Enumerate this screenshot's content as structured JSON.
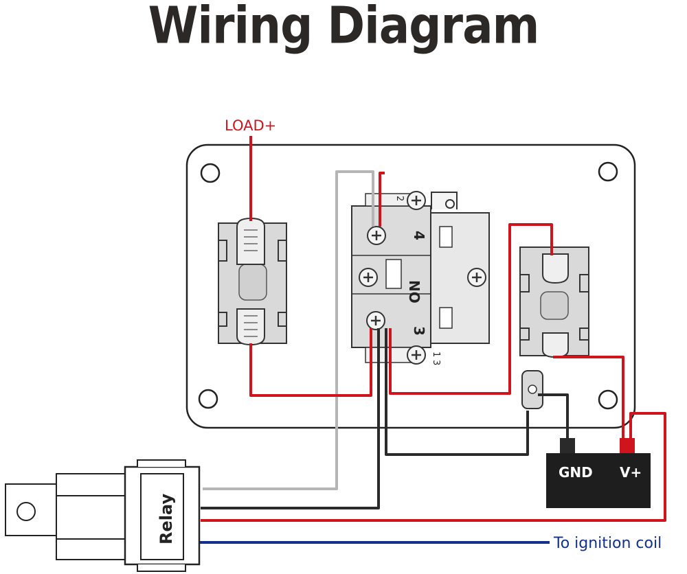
{
  "title": "Wiring Diagram",
  "labels": {
    "load": "LOAD+",
    "gnd": "GND",
    "vplus": "V+",
    "relay": "Relay",
    "ignition": "To ignition coil",
    "terminal_4": "4",
    "terminal_no": "NO",
    "terminal_3": "3",
    "terminal_2": "2",
    "terminal_1": "1",
    "terminal_3b": "3"
  },
  "colors": {
    "power_wire": "#d0141e",
    "ground_wire": "#2a2a2a",
    "signal_wire": "#b5b5b5",
    "ignition_wire": "#13318a",
    "title": "#2b2826",
    "ignition_text": "#13318a",
    "load_text": "#d0141e"
  },
  "icons": [
    "screw-icon",
    "mounting-hole-icon",
    "toggle-switch-icon",
    "battery-icon",
    "relay-icon"
  ]
}
